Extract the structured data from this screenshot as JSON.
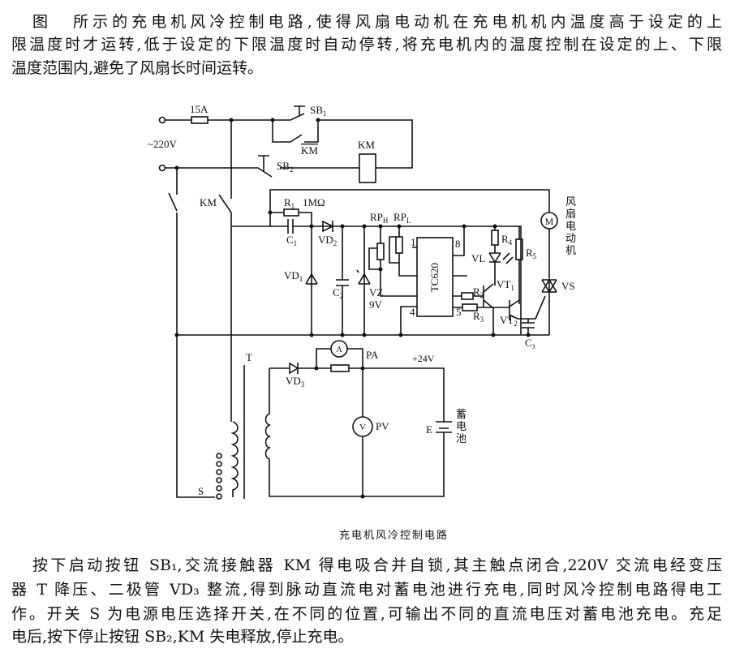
{
  "intro": {
    "fig_ref": "图",
    "line1": "所示的充电机风冷控制电路,使得风扇电动机在充电机机内温度高于设定的上",
    "line2": "限温度时才运转,低于设定的下限温度时自动停转,将充电机内的温度控制在设定的上、下限",
    "line3": "温度范围内,避免了风扇长时间运转。"
  },
  "diagram": {
    "caption": "充电机风冷控制电路",
    "labels": {
      "fuse": "15A",
      "supply": "~220V",
      "sb1": "SB",
      "sb1_sub": "1",
      "km_aux": "KM",
      "km_coil": "KM",
      "sb2": "SB",
      "sb2_sub": "2",
      "km_main": "KM",
      "r1": "R",
      "r1_sub": "1",
      "r1_val": "1MΩ",
      "c1": "C",
      "c1_sub": "1",
      "vd2": "VD",
      "vd2_sub": "2",
      "rph": "RP",
      "rph_sub": "H",
      "rpl": "RP",
      "rpl_sub": "L",
      "vd1": "VD",
      "vd1_sub": "1",
      "c2": "C",
      "c2_sub": "2",
      "vz": "VZ",
      "vz_val": "9V",
      "ic": "TC620",
      "pin1": "1",
      "pin8": "8",
      "pin4": "4",
      "pin5": "5",
      "r4": "R",
      "r4_sub": "4",
      "r5": "R",
      "r5_sub": "5",
      "vl": "VL",
      "vt1": "VT",
      "vt1_sub": "1",
      "r2": "R",
      "r2_sub": "2",
      "r3": "R",
      "r3_sub": "3",
      "vt2": "VT",
      "vt2_sub": "2",
      "c3": "C",
      "c3_sub": "3",
      "vs": "VS",
      "motor": "M",
      "motor_label": [
        "风",
        "扇",
        "电",
        "动",
        "机"
      ],
      "transformer": "T",
      "switch_s": "S",
      "vd3": "VD",
      "vd3_sub": "3",
      "ammeter": "A",
      "pa": "PA",
      "plus24": "+24V",
      "voltmeter": "V",
      "pv": "PV",
      "battery_e": "E",
      "battery_label": [
        "蓄",
        "电",
        "池"
      ]
    }
  },
  "body": {
    "line1": "按下启动按钮 SB₁,交流接触器 KM 得电吸合并自锁,其主触点闭合,220V 交流电经变压",
    "line2": "器 T 降压、二极管 VD₃ 整流,得到脉动直流电对蓄电池进行充电,同时风冷控制电路得电工",
    "line3": "作。开关 S 为电源电压选择开关,在不同的位置,可输出不同的直流电压对蓄电池充电。充足",
    "line4": "电后,按下停止按钮 SB₂,KM 失电释放,停止充电。"
  }
}
